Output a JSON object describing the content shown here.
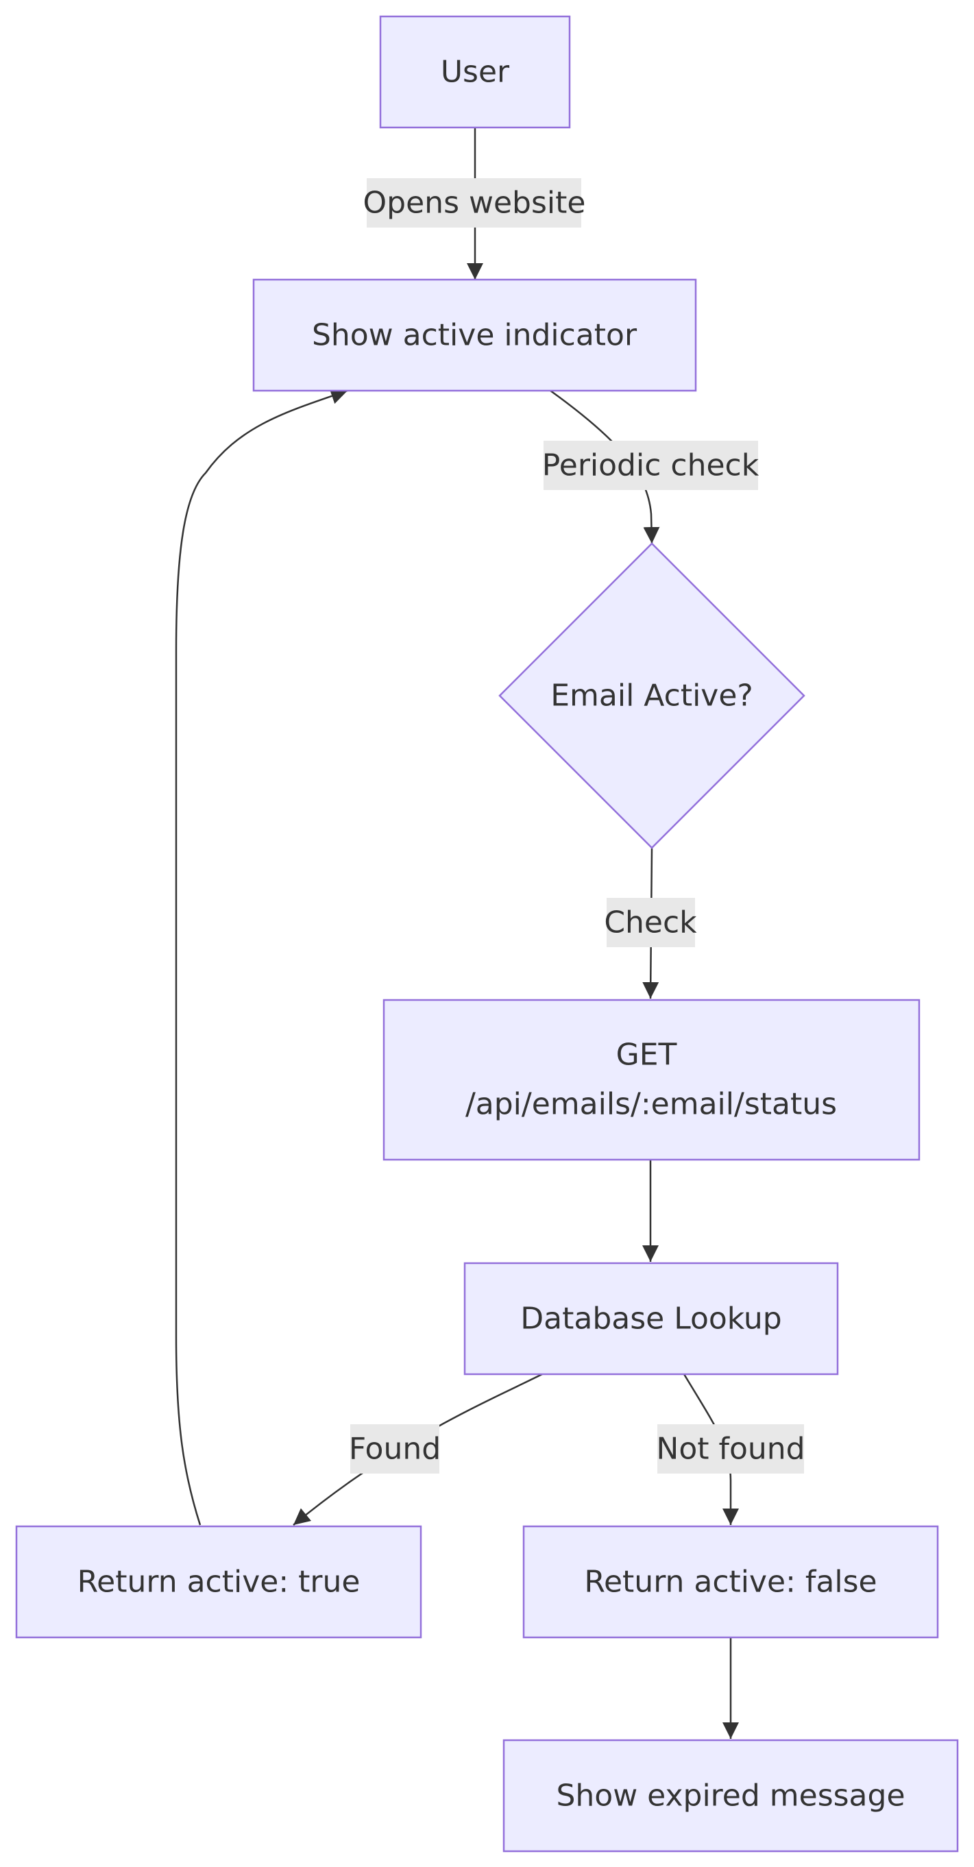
{
  "diagram": {
    "nodes": {
      "user": "User",
      "show_active": "Show active indicator",
      "email_active": "Email Active?",
      "get_api_line1": "GET",
      "get_api_line2": "/api/emails/:email/status",
      "db_lookup": "Database Lookup",
      "return_true": "Return active: true",
      "return_false": "Return active: false",
      "show_expired": "Show expired message"
    },
    "edges": {
      "opens_website": "Opens website",
      "periodic_check": "Periodic check",
      "check": "Check",
      "found": "Found",
      "not_found": "Not found"
    },
    "colors": {
      "node_fill": "#ECECFF",
      "node_stroke": "#9370DB",
      "edge": "#333333",
      "label_bg": "#E8E8E8",
      "text": "#333333"
    }
  }
}
